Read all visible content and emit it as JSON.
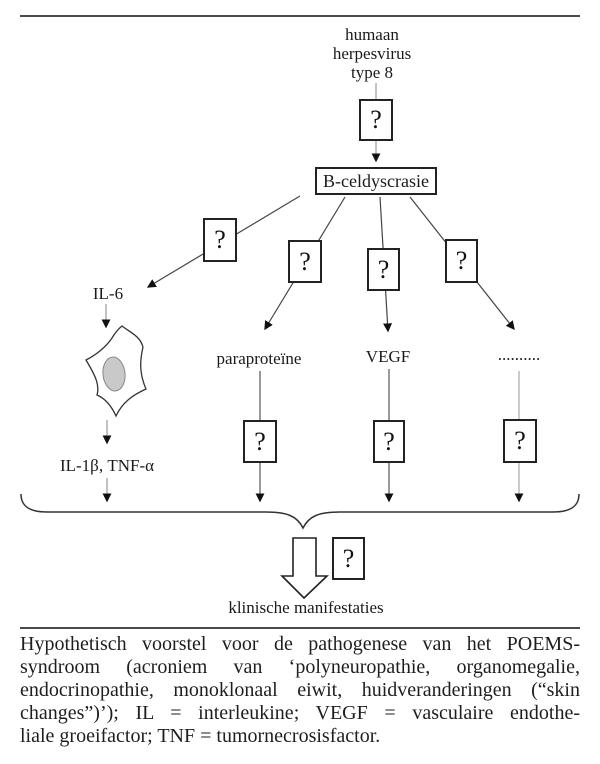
{
  "colors": {
    "ink": "#1a1a1a",
    "line": "#444444",
    "light_line": "#999999",
    "rule": "#4a4a4a",
    "nucleus_fill": "#c9c9c9"
  },
  "diagram": {
    "question_mark": "?",
    "virus_label": [
      "humaan",
      "herpesvirus",
      "type 8"
    ],
    "b_cell_box_label": "B-celdyscrasie",
    "il6_label": "IL-6",
    "cytokines_label": "IL-1β, TNF-α",
    "paraprotein_label": "paraproteïne",
    "vegf_label": "VEGF",
    "other_factors_label": "..........",
    "clinical_label": "klinische manifestaties"
  },
  "caption": {
    "lines": [
      "Hypothetisch voorstel voor de pathogenese van het POEMS-",
      "syndroom (acroniem van ‘polyneuropathie, organomegalie,",
      "endocrinopathie, monoklonaal eiwit, huidveranderingen (“skin",
      "changes”)’); IL = interleukine; VEGF = vasculaire endothe-",
      "liale groeifactor; TNF = tumornecrosisfactor."
    ]
  }
}
